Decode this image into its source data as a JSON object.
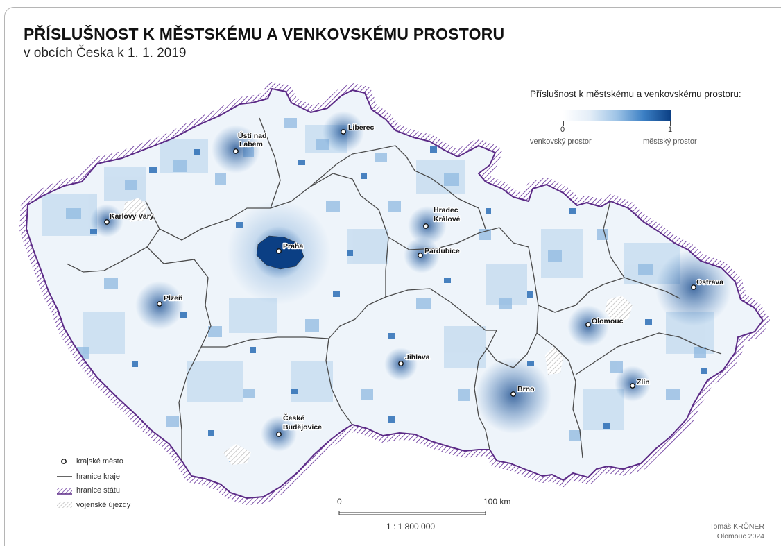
{
  "title": "PŘÍSLUŠNOST K MĚSTSKÉMU A VENKOVSKÉMU PROSTORU",
  "subtitle": "v obcích Česka k 1. 1. 2019",
  "legend": {
    "title": "Příslušnost k městskému a venkovskému prostoru:",
    "min_value": "0",
    "max_value": "1",
    "min_label": "venkovský prostor",
    "max_label": "městský prostor",
    "gradient_colors": [
      "#ffffff",
      "#e3edf7",
      "#9dc3e6",
      "#3b7fc4",
      "#0b3f84"
    ]
  },
  "symbol_legend": [
    {
      "symbol": "circle-icon",
      "label": "krajské město"
    },
    {
      "symbol": "line-icon",
      "label": "hranice kraje"
    },
    {
      "symbol": "hatch-purple-icon",
      "label": "hranice státu"
    },
    {
      "symbol": "hatch-gray-icon",
      "label": "vojenské újezdy"
    }
  ],
  "scale": {
    "start": "0",
    "end": "100 km",
    "ratio": "1 : 1 800 000"
  },
  "author": {
    "name": "Tomáš KRÖNER",
    "place_year": "Olomouc 2024"
  },
  "cities": {
    "praha": "Praha",
    "usti_1": "Ústí nad",
    "usti_2": "Labem",
    "liberec": "Liberec",
    "karlovy_vary": "Karlovy Vary",
    "hradec_1": "Hradec",
    "hradec_2": "Králové",
    "pardubice": "Pardubice",
    "plzen": "Plzeň",
    "jihlava": "Jihlava",
    "ceske_1": "České",
    "ceske_2": "Budějovice",
    "brno": "Brno",
    "olomouc": "Olomouc",
    "ostrava": "Ostrava",
    "zlin": "Zlín"
  },
  "colors": {
    "rural": "#ffffff",
    "urban": "#0b3f84",
    "state_border": "#5b2a86",
    "region_border": "#4a4a4a"
  }
}
